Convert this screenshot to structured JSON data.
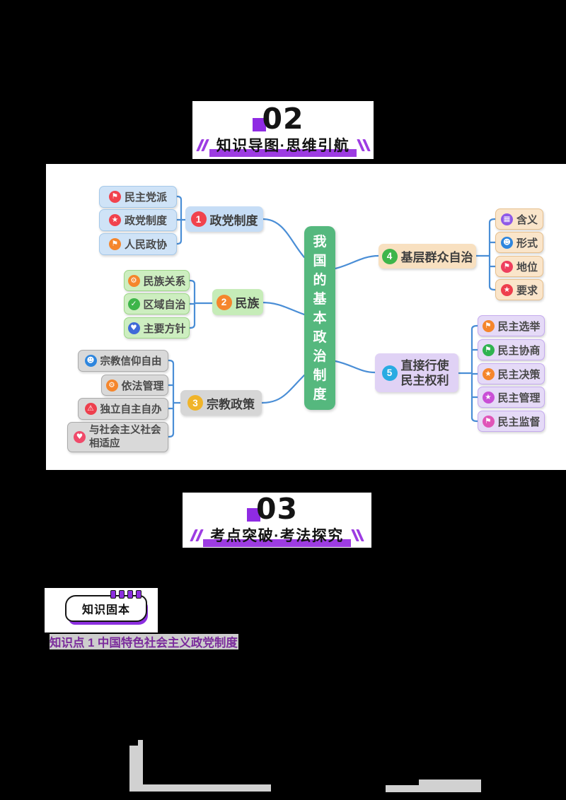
{
  "colors": {
    "accent_purple": "#9d3ce2",
    "accent_purple_dark": "#8c2fe0",
    "knowledge_point_text": "#7b2c9c",
    "connector_blue": "#4a8ed6",
    "center_green": "#55b87e"
  },
  "section02": {
    "number": "02",
    "title": "知识导图·思维引航"
  },
  "section03": {
    "number": "03",
    "title": "考点突破·考法探究"
  },
  "mindmap": {
    "center": {
      "label": "我国的基本政治制度",
      "color": "#55b87e"
    },
    "branches": [
      {
        "label": "政党制度",
        "badge": "1",
        "badge_color": "#f1424d",
        "theme": "blue",
        "children": [
          {
            "label": "民主党派",
            "icon": "flag-icon",
            "glyph": "⚑",
            "icon_color": "#f1424d"
          },
          {
            "label": "政党制度",
            "icon": "star-icon",
            "glyph": "★",
            "icon_color": "#f1424d"
          },
          {
            "label": "人民政协",
            "icon": "flag-icon",
            "glyph": "⚑",
            "icon_color": "#f5862c"
          }
        ]
      },
      {
        "label": "民族",
        "badge": "2",
        "badge_color": "#f5862c",
        "theme": "green",
        "children": [
          {
            "label": "民族关系",
            "icon": "gear-icon",
            "glyph": "⚙",
            "icon_color": "#f5862c"
          },
          {
            "label": "区域自治",
            "icon": "thumbs-up-icon",
            "glyph": "✓",
            "icon_color": "#3db54a"
          },
          {
            "label": "主要方针",
            "icon": "heart-icon",
            "glyph": "♥",
            "icon_color": "#3f6ad8"
          }
        ]
      },
      {
        "label": "宗教政策",
        "badge": "3",
        "badge_color": "#f0b42a",
        "theme": "gray",
        "children": [
          {
            "label": "宗教信仰自由",
            "icon": "user-icon",
            "glyph": "☻",
            "icon_color": "#2e86de"
          },
          {
            "label": "依法管理",
            "icon": "gear-icon",
            "glyph": "⚙",
            "icon_color": "#f5862c"
          },
          {
            "label": "独立自主自办",
            "icon": "warning-icon",
            "glyph": "⚠",
            "icon_color": "#ee3f4d"
          },
          {
            "label": "与社会主义社会相适应",
            "icon": "heart-icon",
            "glyph": "♥",
            "icon_color": "#f04a6a"
          }
        ]
      },
      {
        "label": "基层群众自治",
        "badge": "4",
        "badge_color": "#3db54a",
        "theme": "peach",
        "children": [
          {
            "label": "含义",
            "icon": "calendar-icon",
            "glyph": "▦",
            "icon_color": "#8e5ae8"
          },
          {
            "label": "形式",
            "icon": "user-icon",
            "glyph": "☻",
            "icon_color": "#2e86de"
          },
          {
            "label": "地位",
            "icon": "flag-icon",
            "glyph": "⚑",
            "icon_color": "#ee3f5e"
          },
          {
            "label": "要求",
            "icon": "star-icon",
            "glyph": "★",
            "icon_color": "#ee3f4d"
          }
        ]
      },
      {
        "label": "直接行使民主权利",
        "badge": "5",
        "badge_color": "#29abe2",
        "theme": "purple",
        "children": [
          {
            "label": "民主选举",
            "icon": "flag-icon",
            "glyph": "⚑",
            "icon_color": "#f5862c"
          },
          {
            "label": "民主协商",
            "icon": "flag-icon",
            "glyph": "⚑",
            "icon_color": "#2fb350"
          },
          {
            "label": "民主决策",
            "icon": "star-icon",
            "glyph": "★",
            "icon_color": "#f5862c"
          },
          {
            "label": "民主管理",
            "icon": "star-icon",
            "glyph": "★",
            "icon_color": "#c94fd6"
          },
          {
            "label": "民主监督",
            "icon": "flag-icon",
            "glyph": "⚑",
            "icon_color": "#e055b8"
          }
        ]
      }
    ]
  },
  "knowledge": {
    "badge": "知识固本",
    "point": "知识点 1  中国特色社会主义政党制度"
  }
}
